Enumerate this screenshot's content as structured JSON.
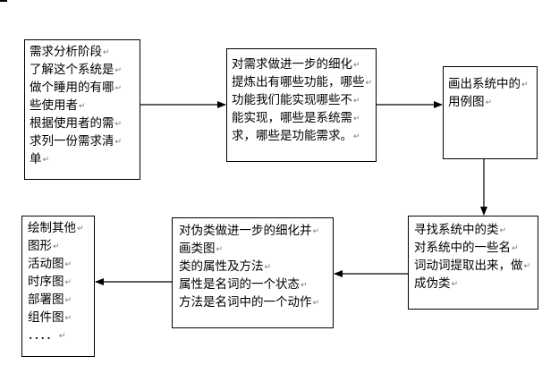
{
  "paragraph_mark": "↵",
  "boxes": [
    {
      "id": "step1",
      "lines": [
        "需求分析阶段",
        "了解这个系统是",
        "做个睡用的有哪",
        "些使用者",
        "根据使用者的需",
        "求列一份需求清",
        "单"
      ]
    },
    {
      "id": "step2",
      "lines": [
        "对需求做进一步的细化",
        "提炼出有哪些功能，哪些",
        "功能我们能实现哪些不",
        "能实现，哪些是系统需",
        "求，哪些是功能需求。"
      ]
    },
    {
      "id": "step3",
      "lines": [
        "画出系统中的",
        "用例图"
      ]
    },
    {
      "id": "step4",
      "lines": [
        "寻找系统中的类",
        "对系统中的一些名",
        "词动词提取出来，做",
        "成伪类"
      ]
    },
    {
      "id": "step5",
      "lines": [
        "对伪类做进一步的细化并",
        "画类图",
        "类的属性及方法",
        "属性是名词的一个状态",
        "方法是名词中的一个动作"
      ]
    },
    {
      "id": "step6",
      "lines": [
        "绘制其他",
        "图形",
        "活动图",
        "时序图",
        "部署图",
        "组件图",
        "．．．．"
      ]
    }
  ]
}
